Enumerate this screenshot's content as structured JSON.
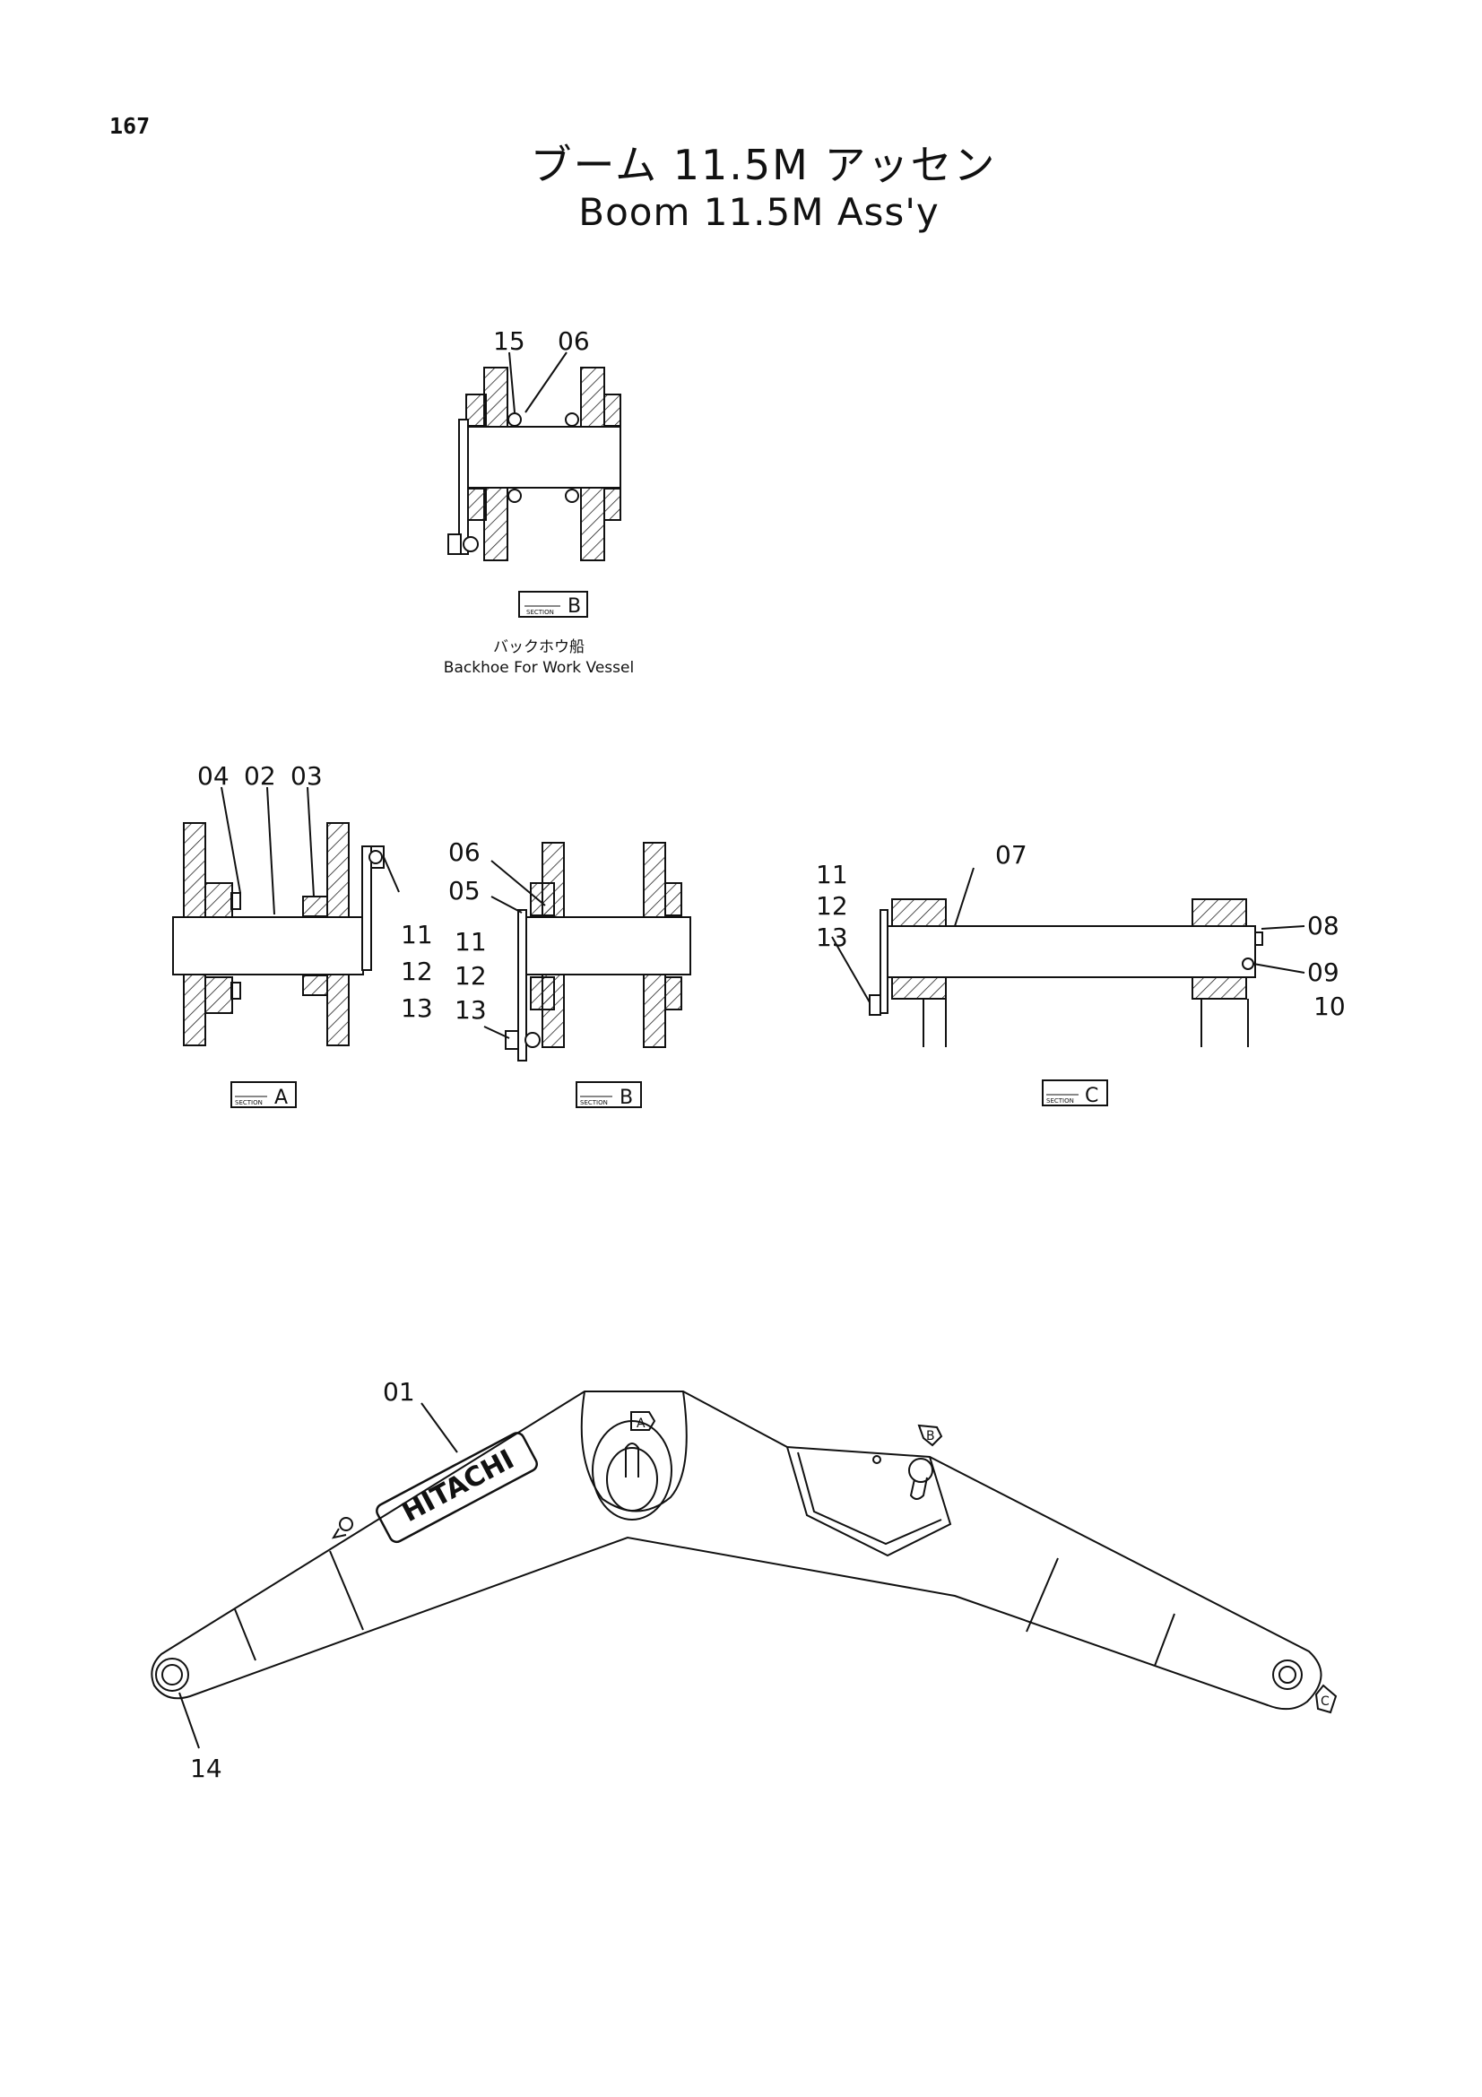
{
  "page_number": "167",
  "title_jp": "ブーム 11.5M アッセン",
  "title_en": "Boom 11.5M Ass'y",
  "section_tag_text": "SECTION",
  "section_top": {
    "letter": "B",
    "caption_jp": "バックホウ船",
    "caption_en": "Backhoe For Work Vessel",
    "labels": [
      "15",
      "06"
    ]
  },
  "section_a": {
    "letter": "A",
    "labels_top": [
      "04",
      "02",
      "03"
    ],
    "labels_side": [
      "11",
      "12",
      "13"
    ]
  },
  "section_b": {
    "letter": "B",
    "labels": [
      "06",
      "05",
      "11",
      "12",
      "13"
    ]
  },
  "section_c": {
    "letter": "C",
    "labels": [
      "07",
      "11",
      "12",
      "13",
      "08",
      "09",
      "10"
    ]
  },
  "boom": {
    "brand": "HITACHI",
    "part_labels": [
      "01",
      "14"
    ],
    "view_markers": [
      "A",
      "B",
      "C"
    ]
  }
}
